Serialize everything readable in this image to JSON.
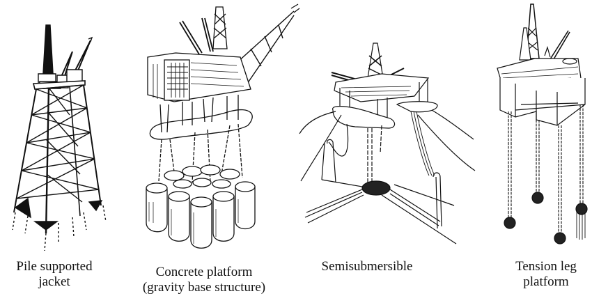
{
  "figure": {
    "panels": [
      {
        "id": "jacket",
        "caption_lines": [
          "Pile supported",
          "jacket"
        ]
      },
      {
        "id": "concrete",
        "caption_lines": [
          "Concrete platform",
          "(gravity base structure)"
        ]
      },
      {
        "id": "semi",
        "caption_lines": [
          "Semisubmersible"
        ]
      },
      {
        "id": "tlp",
        "caption_lines": [
          "Tension leg",
          "platform"
        ]
      }
    ],
    "colors": {
      "ink": "#111111",
      "background": "#ffffff"
    }
  }
}
